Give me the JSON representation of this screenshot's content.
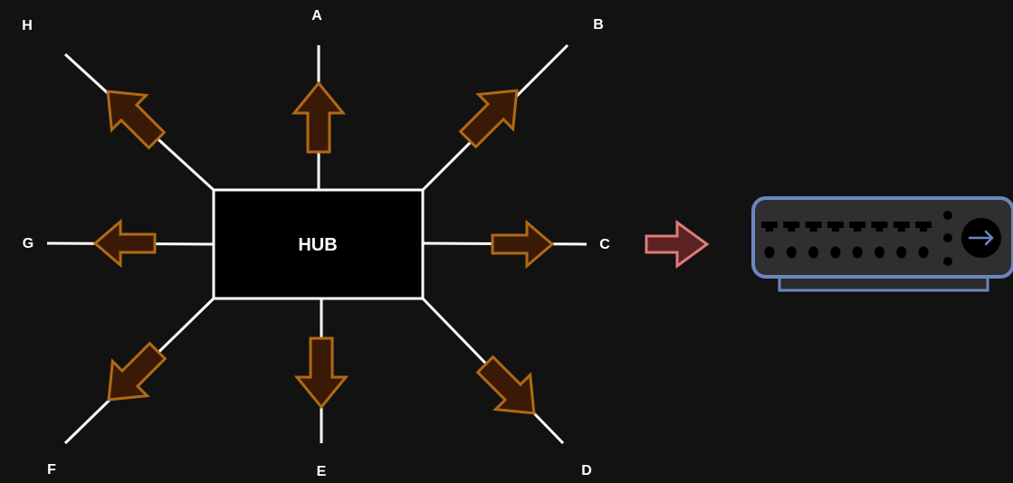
{
  "hub": {
    "label": "HUB"
  },
  "nodes": [
    {
      "id": "A",
      "label": "A"
    },
    {
      "id": "B",
      "label": "B"
    },
    {
      "id": "C",
      "label": "C"
    },
    {
      "id": "D",
      "label": "D"
    },
    {
      "id": "E",
      "label": "E"
    },
    {
      "id": "F",
      "label": "F"
    },
    {
      "id": "G",
      "label": "G"
    },
    {
      "id": "H",
      "label": "H"
    }
  ],
  "colors": {
    "background": "#121212",
    "wire": "#ffffff",
    "hub_fill": "#000000",
    "arrow_fill": "#3a1a06",
    "arrow_stroke": "#b06a14",
    "transition_arrow_fill": "#5a2222",
    "transition_arrow_stroke": "#e07a7a",
    "device_stroke": "#6b86c0",
    "device_body": "#2f2f2f"
  },
  "icons": {
    "transition": "right-arrow-icon",
    "device": "network-hub-device-icon",
    "device_button": "right-arrow-icon"
  }
}
